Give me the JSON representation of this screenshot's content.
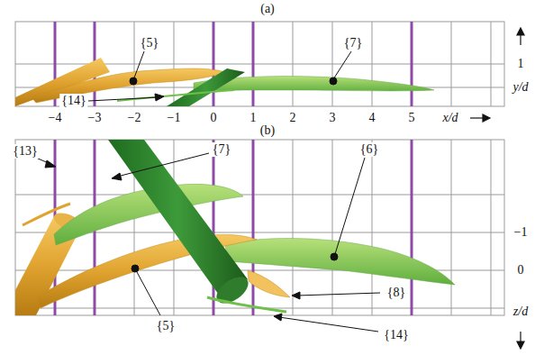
{
  "diagram": {
    "labels": [
      "(a)",
      "{5}",
      "{7}",
      "{14}",
      "1",
      "y/d",
      "−4",
      "−3",
      "−2",
      "−1",
      "0",
      "1",
      "2",
      "3",
      "4",
      "5",
      "x/d",
      "(b)",
      "{13}",
      "{7}",
      "{6}",
      "−1",
      "0",
      "{5}",
      "{8}",
      "{14}",
      "z/d"
    ]
  }
}
